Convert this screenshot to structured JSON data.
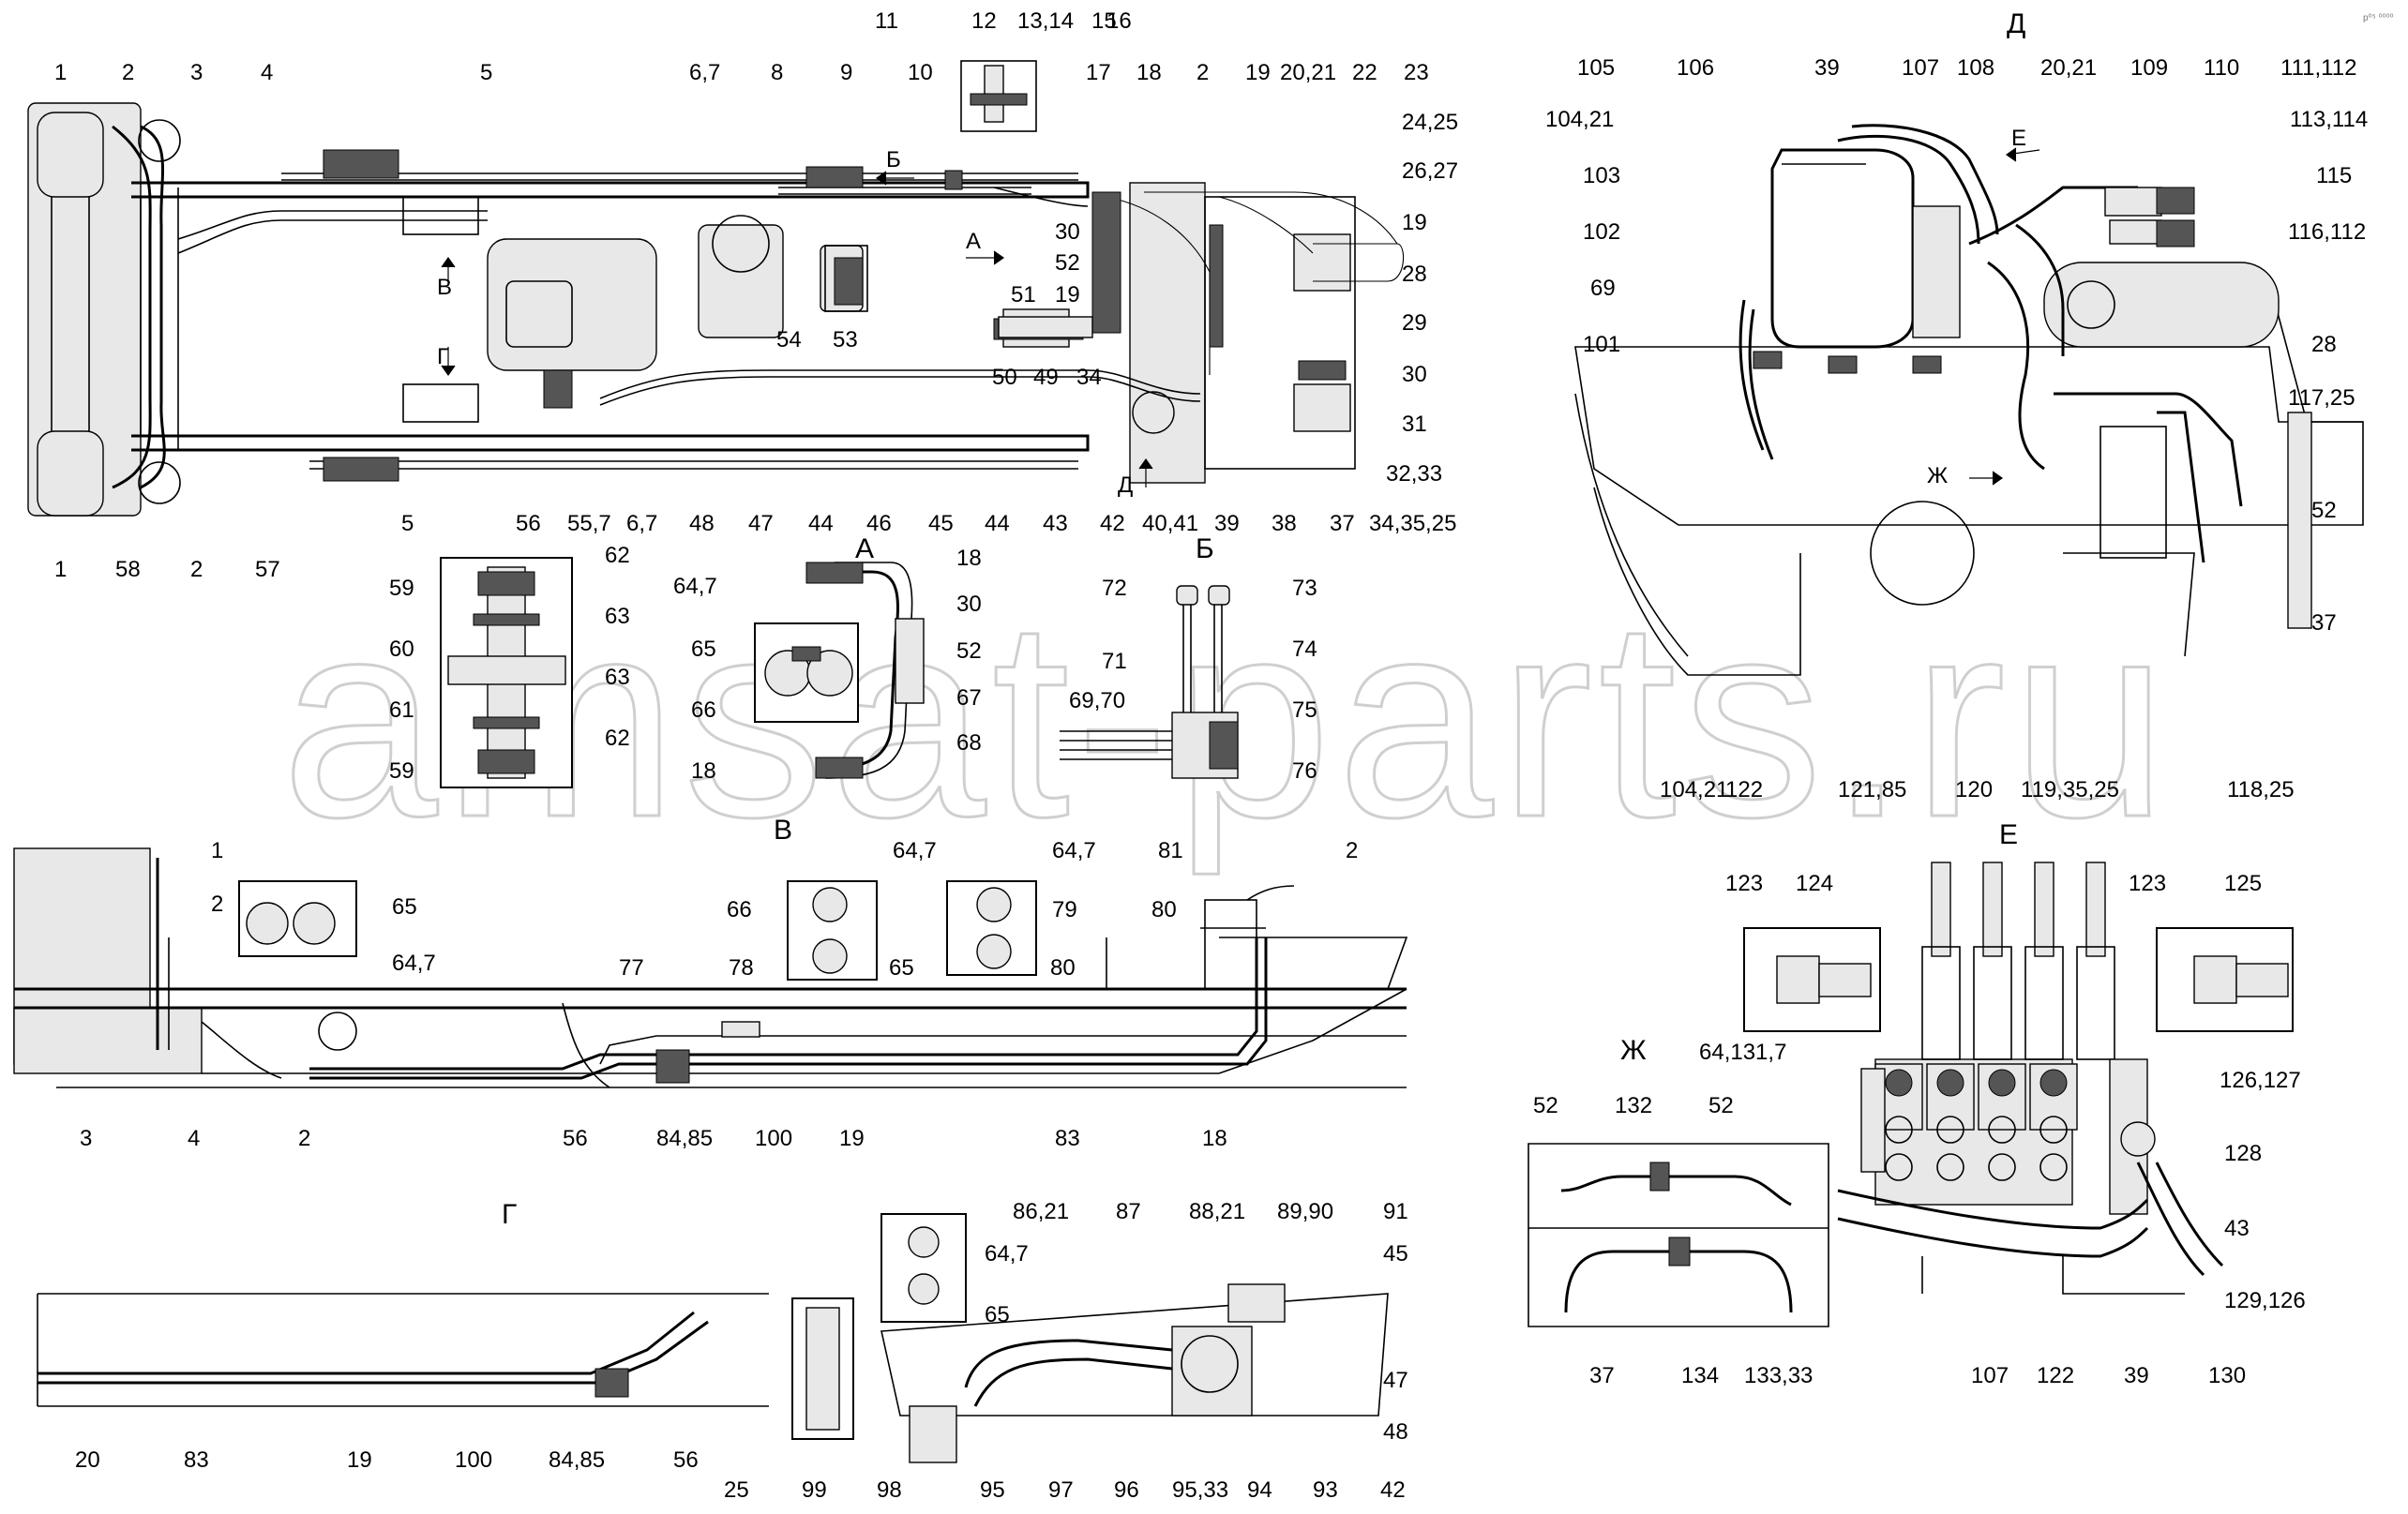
{
  "watermark": "amsat-parts.ru",
  "corner_mark": "p⁰⁵ ⁰⁰⁰⁰",
  "views": {
    "A": "А",
    "B": "Б",
    "V": "В",
    "G": "Г",
    "D": "Д",
    "E": "Е",
    "Zh": "Ж"
  },
  "callouts": {
    "main": [
      "1",
      "2",
      "3",
      "4",
      "5",
      "6,7",
      "8",
      "9",
      "10",
      "11",
      "12",
      "13,14",
      "15",
      "16",
      "17",
      "18",
      "2",
      "19",
      "20,21",
      "22",
      "23",
      "24,25",
      "26,27",
      "19",
      "28",
      "29",
      "30",
      "31",
      "32,33",
      "34,35,25",
      "37",
      "38",
      "39",
      "40,41",
      "42",
      "43",
      "44",
      "45",
      "46",
      "44",
      "47",
      "48",
      "6,7",
      "55,7",
      "56",
      "5",
      "1",
      "58",
      "2",
      "57",
      "А",
      "Б",
      "В",
      "Г",
      "Д",
      "30",
      "52",
      "19",
      "51",
      "50",
      "49",
      "34",
      "53",
      "54"
    ],
    "section_pins": [
      "59",
      "60",
      "61",
      "59",
      "62",
      "63",
      "63",
      "62"
    ],
    "view_A": [
      "18",
      "64,7",
      "30",
      "65",
      "52",
      "66",
      "67",
      "68",
      "18"
    ],
    "view_B": [
      "72",
      "73",
      "71",
      "74",
      "69,70",
      "75",
      "76"
    ],
    "view_V": [
      "1",
      "2",
      "65",
      "64,7",
      "66",
      "64,7",
      "64,7",
      "79",
      "65",
      "81",
      "2",
      "80",
      "77",
      "78",
      "80",
      "3",
      "4",
      "2",
      "56",
      "84,85",
      "100",
      "19",
      "83",
      "18"
    ],
    "view_G": [
      "86,21",
      "87",
      "88,21",
      "89,90",
      "91",
      "64,7",
      "45",
      "65",
      "47",
      "48",
      "20",
      "83",
      "19",
      "100",
      "84,85",
      "56",
      "25",
      "99",
      "98",
      "95",
      "97",
      "96",
      "95,33",
      "94",
      "93",
      "42"
    ],
    "view_D": [
      "105",
      "106",
      "39",
      "107",
      "108",
      "20,21",
      "109",
      "110",
      "111,112",
      "104,21",
      "113,114",
      "103",
      "115",
      "102",
      "116,112",
      "69",
      "101",
      "28",
      "117,25",
      "52",
      "37",
      "104,21",
      "122",
      "121,85",
      "120",
      "119,35,25",
      "118,25",
      "Е",
      "Ж"
    ],
    "view_E": [
      "123",
      "124",
      "123",
      "125",
      "64,131,7",
      "126,127",
      "128",
      "43",
      "129,126",
      "130",
      "107",
      "122",
      "39"
    ],
    "view_Zh": [
      "52",
      "132",
      "52",
      "37",
      "134",
      "133,33"
    ]
  }
}
